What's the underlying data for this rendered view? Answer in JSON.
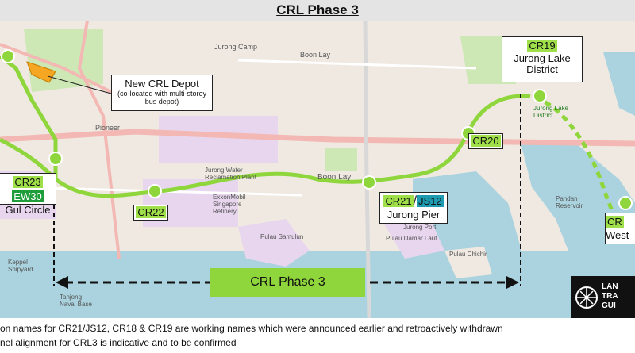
{
  "title": "CRL Phase 3",
  "colors": {
    "crl": "#8fd63c",
    "crl_code_bg": "#9fe04a",
    "jrl_code_bg": "#1e9bb0",
    "ewl_code_bg": "#1f9d3a",
    "water": "#aad3df",
    "land": "#efe9e1",
    "road": "#f3b8b3",
    "industrial": "#e8d6ef"
  },
  "stations": [
    {
      "codes": [
        "CR23",
        "EW30"
      ],
      "name": "Gul Circle"
    },
    {
      "codes": [
        "CR22"
      ],
      "name": ""
    },
    {
      "codes": [
        "CR21",
        "JS12"
      ],
      "name": "Jurong Pier"
    },
    {
      "codes": [
        "CR20"
      ],
      "name": ""
    },
    {
      "codes": [
        "CR19"
      ],
      "name": "Jurong Lake District"
    },
    {
      "codes": [
        "CR"
      ],
      "name": "West"
    }
  ],
  "depot": {
    "title": "New CRL Depot",
    "subtitle": "(co-located with multi-storey bus depot)"
  },
  "phase_label": "CRL Phase 3",
  "notes": [
    "on names for CR21/JS12, CR18 & CR19 are working names which were announced earlier and retroactively withdrawn",
    "nel alignment for CRL3 is indicative and to be confirmed"
  ],
  "logo_text": [
    "LAN",
    "TRA",
    "GUI"
  ],
  "map_labels": [
    "Jurong Camp",
    "Boon Lay",
    "Pioneer",
    "Boon Lay",
    "Jurong Water Reclamation Plant",
    "ExxonMobil Singapore Refinery",
    "Pulau Samulun",
    "Jurong Port",
    "Pulau Damar Laut",
    "Pulau Chichir",
    "Pandan Reservoir",
    "Keppel Shipyard",
    "Tanjong Naval Base",
    "Jurong Lake District"
  ]
}
